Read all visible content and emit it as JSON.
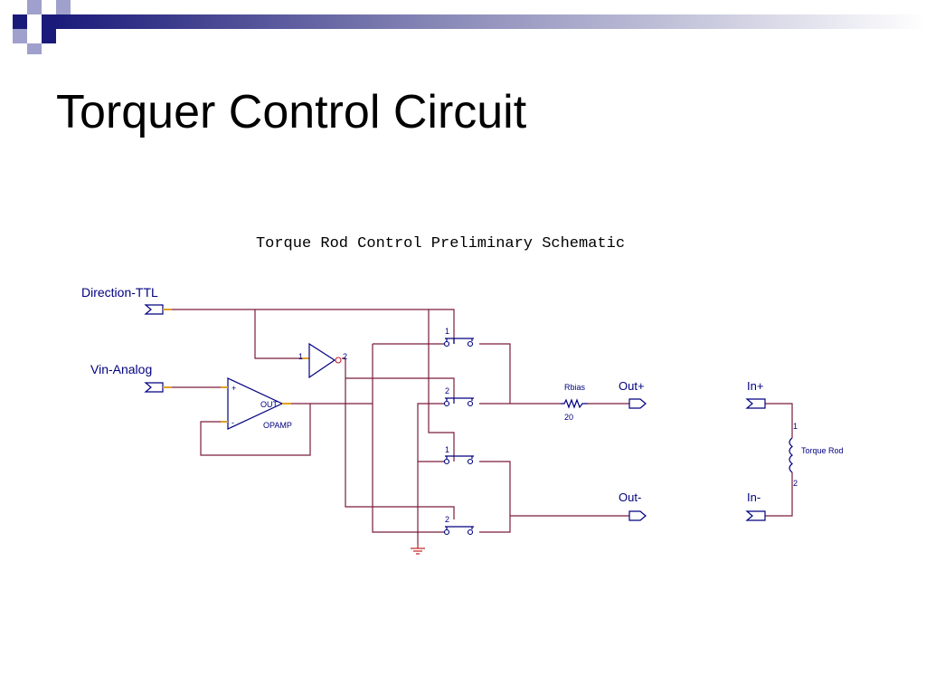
{
  "slide": {
    "title": "Torquer Control Circuit"
  },
  "theme": {
    "header_dark": "#1a1a7a",
    "header_mid": "#8a8ab8",
    "header_light": "#ffffff",
    "square_dark": "#1a1a7a",
    "square_light": "#a0a0cc",
    "wire_color": "#7a1c3c",
    "part_color": "#000080"
  },
  "schematic": {
    "title": "Torque Rod Control Preliminary Schematic",
    "ports": {
      "direction": "Direction-TTL",
      "vin": "Vin-Analog",
      "out_plus": "Out+",
      "out_minus": "Out-",
      "in_plus": "In+",
      "in_minus": "In-"
    },
    "opamp": {
      "label": "OPAMP",
      "out": "OUT",
      "plus": "+",
      "minus": "-"
    },
    "inverter": {
      "pin_in": "1",
      "pin_out": "2"
    },
    "switches": [
      {
        "pin": "1"
      },
      {
        "pin": "2"
      },
      {
        "pin": "1"
      },
      {
        "pin": "2"
      }
    ],
    "resistor": {
      "name": "Rbias",
      "value": "20"
    },
    "coil": {
      "name": "Torque Rod",
      "pin_top": "1",
      "pin_bottom": "2"
    }
  }
}
